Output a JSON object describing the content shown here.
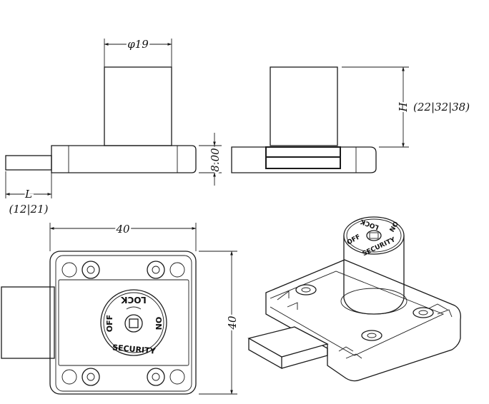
{
  "dimensions": {
    "diameter": "φ19",
    "flange_thickness": "8.00",
    "height_symbol": "H",
    "height_values": "(22|32|38)",
    "length_symbol": "L",
    "length_values": "(12|21)",
    "width": "40",
    "depth": "40"
  },
  "cylinder_face": {
    "lock": "LOCK",
    "off": "OFF",
    "on": "ON",
    "security": "SECURITY"
  },
  "colors": {
    "line": "#1a1a1a",
    "background": "#ffffff"
  }
}
